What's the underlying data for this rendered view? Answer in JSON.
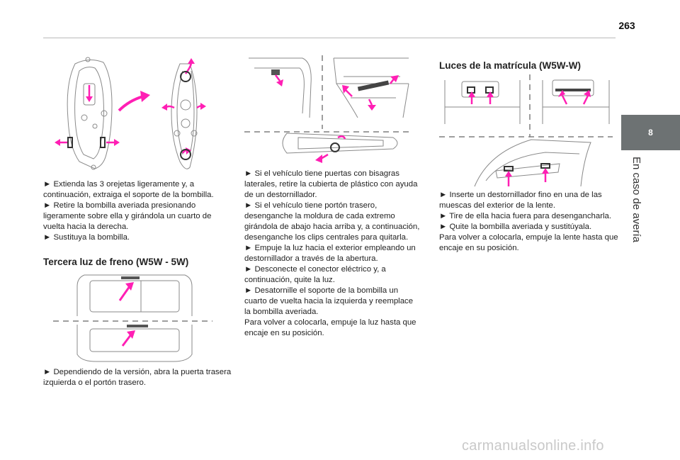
{
  "page_number": "263",
  "section": {
    "tab_number": "8",
    "title": "En caso de avería"
  },
  "col1": {
    "paragraphs": [
      "► Extienda las 3 orejetas ligeramente y, a continuación, extraiga el soporte de la bombilla.",
      "► Retire la bombilla averiada presionando ligeramente sobre ella y girándola un cuarto de vuelta hacia la derecha.",
      "► Sustituya la bombilla."
    ],
    "heading": "Tercera luz de freno (W5W - 5W)",
    "paragraphs2": [
      "► Dependiendo de la versión, abra la puerta trasera izquierda o el portón trasero."
    ]
  },
  "col2": {
    "paragraphs": [
      "► Si el vehículo tiene puertas con bisagras laterales, retire la cubierta de plástico con ayuda de un destornillador.",
      "► Si el vehículo tiene portón trasero, desenganche la moldura de cada extremo girándola de abajo hacia arriba y, a continuación, desenganche los clips centrales para quitarla.",
      "► Empuje la luz hacia el exterior empleando un destornillador a través de la abertura.",
      "► Desconecte el conector eléctrico y, a continuación, quite la luz.",
      "► Desatornille el soporte de la bombilla un cuarto de vuelta hacia la izquierda y reemplace la bombilla averiada.",
      "Para volver a colocarla, empuje la luz hasta que encaje en su posición."
    ]
  },
  "col3": {
    "heading": "Luces de la matrícula (W5W-W)",
    "paragraphs": [
      "► Inserte un destornillador fino en una de las muescas del exterior de la lente.",
      "► Tire de ella hacia fuera para desengancharla.",
      "► Quite la bombilla averiada y sustitúyala.",
      "Para volver a colocarla, empuje la lente hasta que encaje en su posición."
    ]
  },
  "watermark": "carmanualsonline.info",
  "colors": {
    "accent": "#ff1fb4",
    "tab_bg": "#6d7273",
    "line": "#7f7f7f"
  }
}
